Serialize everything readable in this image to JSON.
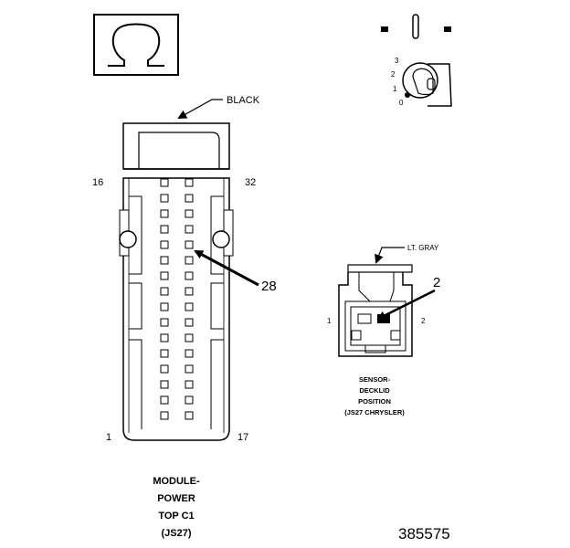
{
  "module_connector": {
    "color_label": "BLACK",
    "pin_first_top": "16",
    "pin_last_top": "32",
    "pin_first_bottom": "1",
    "pin_last_bottom": "17",
    "callout_pin": "28",
    "caption": [
      "MODULE-",
      "POWER",
      "TOP C1",
      "(JS27)"
    ]
  },
  "sensor_connector": {
    "color_label": "LT. GRAY",
    "pin_left": "1",
    "pin_right": "2",
    "callout_pin": "2",
    "caption": [
      "SENSOR-",
      "DECKLID",
      "POSITION",
      "(JS27 CHRYSLER)"
    ]
  },
  "key_switch": {
    "positions": [
      "3",
      "2",
      "1",
      "0"
    ]
  },
  "figure_number": "385575",
  "icons": [
    "omega-symbol-icon",
    "ignition-key-icon"
  ]
}
